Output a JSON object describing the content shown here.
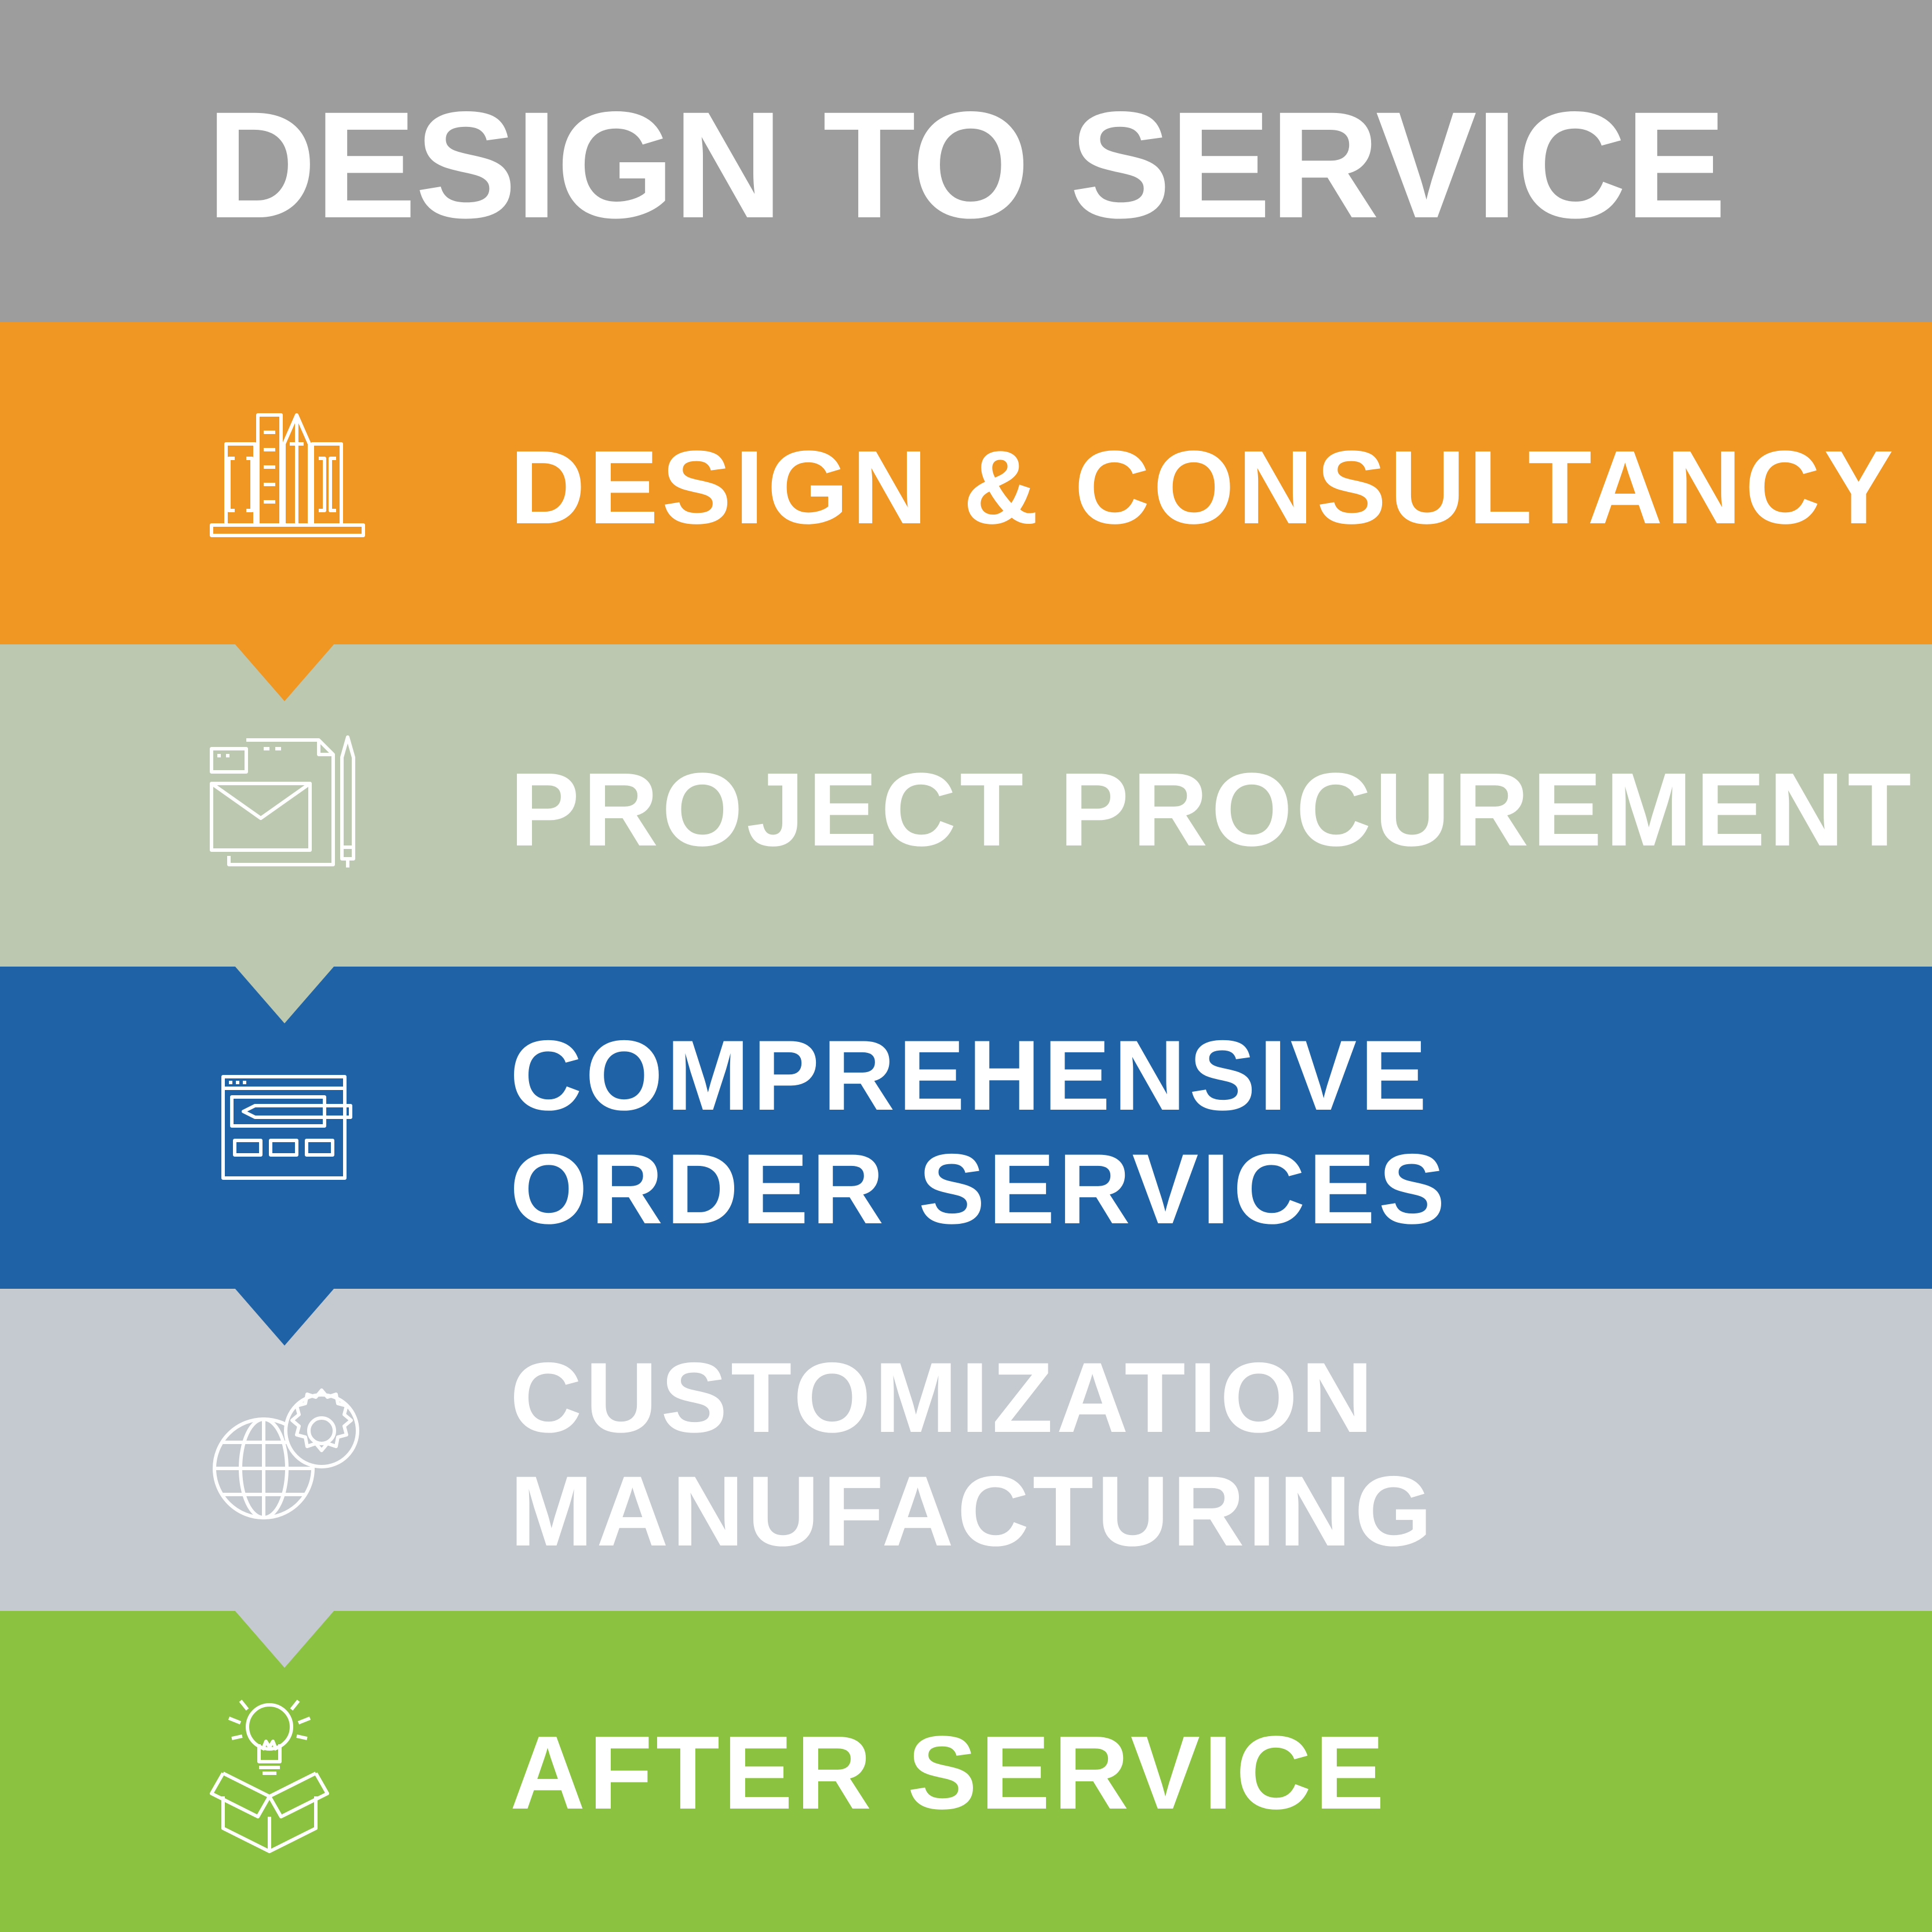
{
  "title": "DESIGN TO SERVICE",
  "colors": {
    "title_band": "#9d9d9d",
    "design": "#f09623",
    "procurement": "#bdc8b0",
    "order": "#1f63a6",
    "manufacturing": "#c5c9d0",
    "after": "#8bc341",
    "text": "#ffffff"
  },
  "steps": [
    {
      "id": "design",
      "lines": [
        "DESIGN & CONSULTANCY"
      ],
      "icon": "city-buildings-ruler-pencil-icon",
      "color": "#f09623"
    },
    {
      "id": "procurement",
      "lines": [
        "PROJECT PROCUREMENT"
      ],
      "icon": "envelope-documents-pencil-icon",
      "color": "#bdc8b0"
    },
    {
      "id": "order",
      "lines": [
        "COMPREHENSIVE",
        "ORDER SERVICES"
      ],
      "icon": "browser-window-pencil-icon",
      "color": "#1f63a6"
    },
    {
      "id": "manufacturing",
      "lines": [
        "CUSTOMIZATION",
        "MANUFACTURING"
      ],
      "icon": "globe-gear-icon",
      "color": "#c5c9d0"
    },
    {
      "id": "after",
      "lines": [
        "AFTER SERVICE"
      ],
      "icon": "lightbulb-box-icon",
      "color": "#8bc341"
    }
  ]
}
